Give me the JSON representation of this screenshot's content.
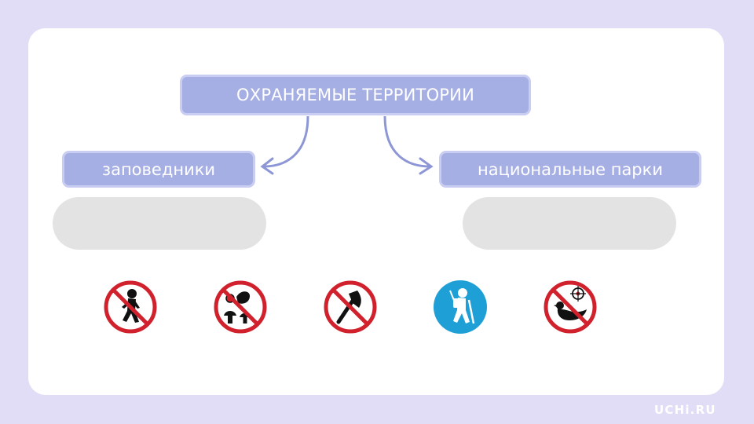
{
  "diagram": {
    "title": "ОХРАНЯЕМЫЕ ТЕРРИТОРИИ",
    "left_branch": "заповедники",
    "right_branch": "национальные парки"
  },
  "signs": [
    {
      "icon": "no-walking-child-icon",
      "kind": "prohibition"
    },
    {
      "icon": "no-picking-plants-mushrooms-icon",
      "kind": "prohibition"
    },
    {
      "icon": "no-axe-icon",
      "kind": "prohibition"
    },
    {
      "icon": "hiking-child-icon",
      "kind": "allowed"
    },
    {
      "icon": "no-hunting-duck-icon",
      "kind": "prohibition"
    }
  ],
  "colors": {
    "background": "#e2ddf6",
    "pill": "#a6afe3",
    "prohibition_red": "#d0212c",
    "allowed_blue": "#1e9fd6"
  },
  "branding": {
    "logo": "UCHi.RU"
  }
}
